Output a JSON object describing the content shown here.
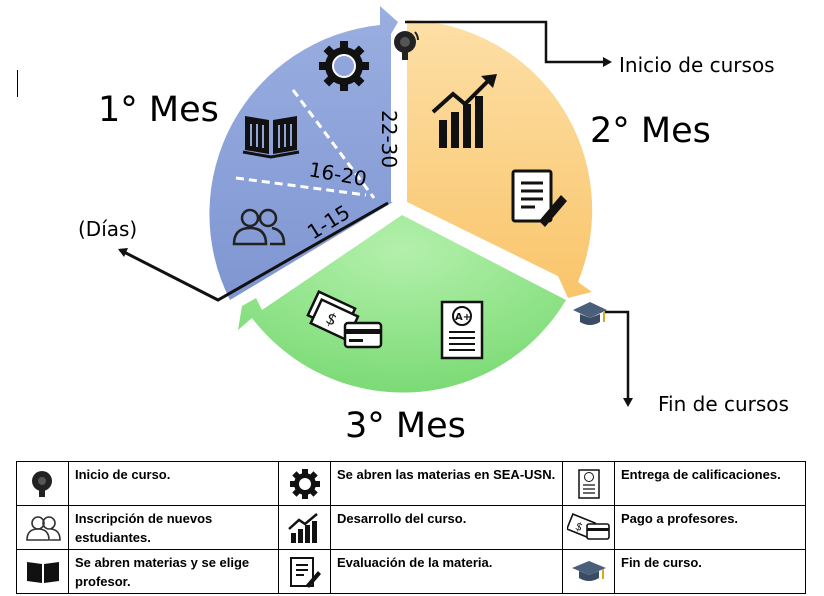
{
  "diagram": {
    "month1": "1° Mes",
    "month2": "2° Mes",
    "month3": "3° Mes",
    "days_label": "(Días)",
    "range_1": "1-15",
    "range_2": "16-20",
    "range_3": "22-30",
    "start_label": "Inicio de cursos",
    "end_label": "Fin de cursos",
    "colors": {
      "month1": "#8fa5db",
      "month2": "#fbd38c",
      "month3": "#8ee28a"
    },
    "icons": [
      "bell-icon",
      "gear-icon",
      "book-icon",
      "users-icon",
      "growth-chart-icon",
      "document-pen-icon",
      "money-card-icon",
      "grade-report-icon",
      "graduation-cap-icon"
    ]
  },
  "legend": {
    "rows": [
      [
        {
          "icon": "bell-icon",
          "text": "Inicio de curso."
        },
        {
          "icon": "gear-icon",
          "text": "Se abren las materias en SEA-USN."
        },
        {
          "icon": "grade-report-icon",
          "text": "Entrega de calificaciones."
        }
      ],
      [
        {
          "icon": "users-icon",
          "text": "Inscripción de nuevos estudiantes."
        },
        {
          "icon": "growth-chart-icon",
          "text": "Desarrollo del curso."
        },
        {
          "icon": "money-card-icon",
          "text": "Pago a profesores."
        }
      ],
      [
        {
          "icon": "book-icon",
          "text": "Se abren materias y se elige profesor."
        },
        {
          "icon": "document-pen-icon",
          "text": "Evaluación de la materia."
        },
        {
          "icon": "graduation-cap-icon",
          "text": "Fin de curso."
        }
      ]
    ]
  }
}
